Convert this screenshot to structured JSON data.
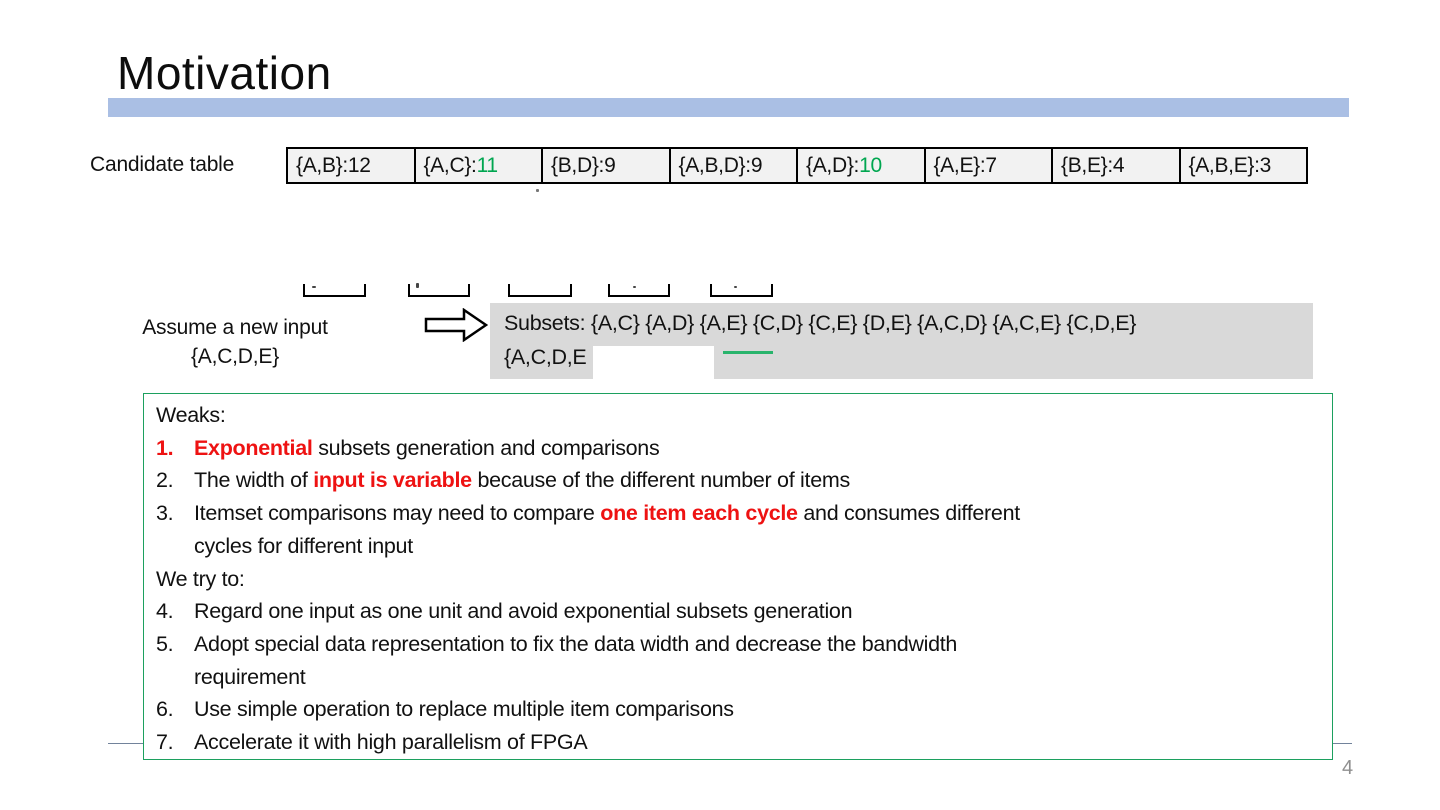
{
  "slide": {
    "title": "Motivation",
    "page_number": "4"
  },
  "candidate_table": {
    "label": "Candidate table",
    "cells": [
      {
        "itemset": "{A,B}:",
        "count": "12",
        "highlight": false
      },
      {
        "itemset": "{A,C}:",
        "count": "11",
        "highlight": true
      },
      {
        "itemset": "{B,D}:",
        "count": "9",
        "highlight": false
      },
      {
        "itemset": "{A,B,D}:",
        "count": "9",
        "highlight": false
      },
      {
        "itemset": "{A,D}:",
        "count": "10",
        "highlight": true
      },
      {
        "itemset": "{A,E}:",
        "count": "7",
        "highlight": false
      },
      {
        "itemset": "{B,E}:",
        "count": "4",
        "highlight": false
      },
      {
        "itemset": "{A,B,E}:",
        "count": "3",
        "highlight": false
      }
    ]
  },
  "assume": {
    "line1": "Assume a new input",
    "line2": "{A,C,D,E}"
  },
  "arrow_icon": "right-block-arrow",
  "subsets": {
    "line1": "Subsets: {A,C} {A,D} {A,E} {C,D} {C,E} {D,E} {A,C,D} {A,C,E} {C,D,E}",
    "line2": "{A,C,D,E"
  },
  "notes": {
    "lines": [
      {
        "type": "header",
        "text": "Weaks:"
      },
      {
        "type": "item",
        "num": "1.",
        "num_red": true,
        "runs": [
          {
            "text": "Exponential",
            "red": true
          },
          {
            "text": " subsets generation and comparisons",
            "red": false
          }
        ]
      },
      {
        "type": "item",
        "num": "2.",
        "num_red": false,
        "runs": [
          {
            "text": "The width of ",
            "red": false
          },
          {
            "text": "input is variable",
            "red": true
          },
          {
            "text": " because of the different number of items",
            "red": false
          }
        ]
      },
      {
        "type": "item",
        "num": "3.",
        "num_red": false,
        "runs": [
          {
            "text": "Itemset comparisons may need to compare ",
            "red": false
          },
          {
            "text": "one item each cycle",
            "red": true
          },
          {
            "text": " and consumes different",
            "red": false
          }
        ]
      },
      {
        "type": "cont",
        "text": "cycles for different input"
      },
      {
        "type": "header",
        "text": "We try to:"
      },
      {
        "type": "item",
        "num": "4.",
        "num_red": false,
        "runs": [
          {
            "text": "Regard one input as one unit and avoid exponential subsets generation",
            "red": false
          }
        ]
      },
      {
        "type": "item",
        "num": "5.",
        "num_red": false,
        "runs": [
          {
            "text": "Adopt special data representation to fix the data width and decrease the bandwidth",
            "red": false
          }
        ]
      },
      {
        "type": "cont",
        "text": "requirement"
      },
      {
        "type": "item",
        "num": "6.",
        "num_red": false,
        "runs": [
          {
            "text": "Use simple operation to replace multiple item comparisons",
            "red": false
          }
        ]
      },
      {
        "type": "item",
        "num": "7.",
        "num_red": false,
        "runs": [
          {
            "text": "Accelerate it with high parallelism of FPGA",
            "red": false
          }
        ]
      }
    ]
  },
  "colors": {
    "title_bar": "#aabfe4",
    "highlight_green": "#00a650",
    "emphasis_red": "#ee1212",
    "notes_border": "#1ca05e",
    "subsets_bg": "#d9d9d9",
    "table_cell_bg": "#f2f2f2"
  }
}
